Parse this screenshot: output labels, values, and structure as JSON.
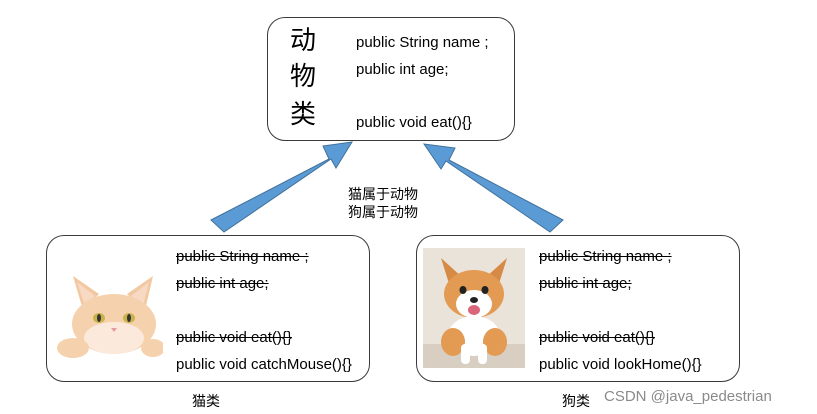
{
  "animal_class": {
    "title_chars": [
      "动",
      "物",
      "类"
    ],
    "members": [
      "public String name ;",
      "public int age;",
      "public void eat(){}"
    ]
  },
  "relations": [
    "猫属于动物",
    "狗属于动物"
  ],
  "cat_class": {
    "inherited_members": [
      "public String name ;",
      "public int age;",
      "public void eat(){}"
    ],
    "own_method": "public void catchMouse(){}",
    "label": "猫类"
  },
  "dog_class": {
    "inherited_members": [
      "public String name ;",
      "public int age;",
      "public void eat(){}"
    ],
    "own_method": "public void lookHome(){}",
    "label": "狗类"
  },
  "watermark": "CSDN @java_pedestrian",
  "colors": {
    "arrow": "#5b9bd5",
    "arrow_border": "#41719c",
    "box_border": "#3a3a3a"
  }
}
